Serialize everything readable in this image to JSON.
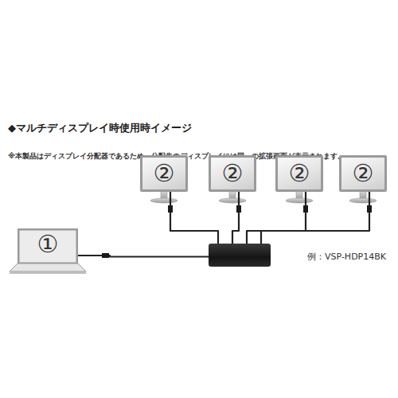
{
  "diagram": {
    "title": "◆マルチディスプレイ時使用時イメージ",
    "nodes": [
      {
        "text": [
          "②"
        ]
      },
      {
        "text": [
          "②"
        ]
      },
      {
        "text": [
          "②"
        ]
      },
      {
        "text": [
          "②"
        ]
      },
      {
        "text": [
          "①"
        ]
      },
      {
        "text": [
          "例：VSP-HDP14BK"
        ]
      }
    ],
    "edges": [
      {
        "from": 4,
        "to": 5,
        "arrow": "none"
      },
      {
        "from": 5,
        "to": 0,
        "arrow": "none"
      },
      {
        "from": 5,
        "to": 1,
        "arrow": "none"
      },
      {
        "from": 5,
        "to": 2,
        "arrow": "none"
      },
      {
        "from": 5,
        "to": 3,
        "arrow": "none"
      }
    ],
    "labels": [
      "※本製品はディスプレイ分配器であるため、分配先のディスプレイには同一の拡張画面が表示されます。"
    ]
  }
}
